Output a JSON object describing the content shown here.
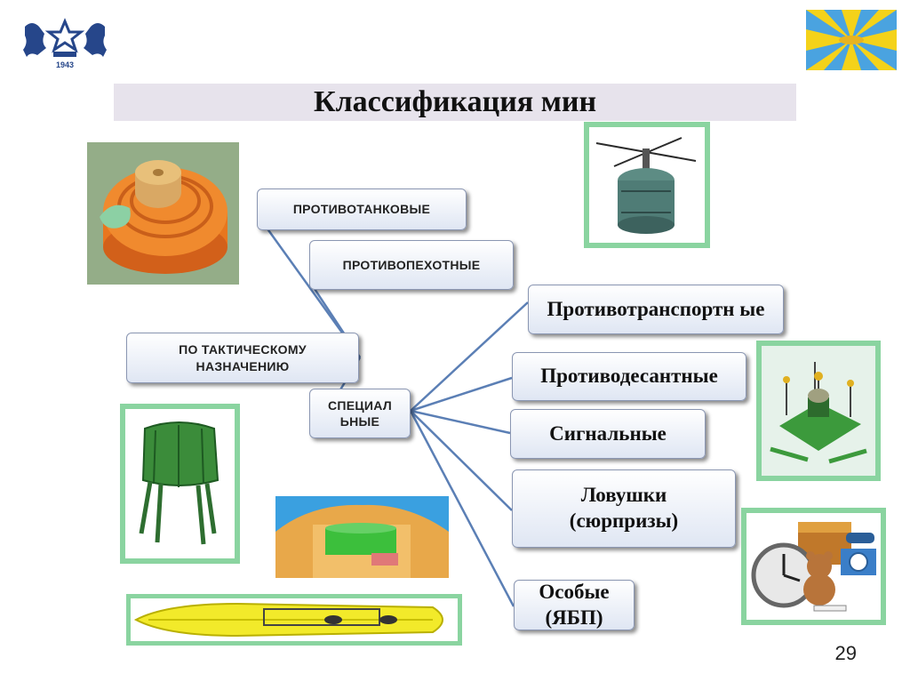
{
  "title": "Классификация мин",
  "page_number": "29",
  "logo": {
    "year": "1943"
  },
  "root_node": "ПО ТАКТИЧЕСКОМУ НАЗНАЧЕНИЮ",
  "branches": [
    {
      "label": "ПРОТИВОТАНКОВЫЕ"
    },
    {
      "label": "ПРОТИВОПЕХОТНЫЕ"
    },
    {
      "label": "СПЕЦИАЛ ЬНЫЕ"
    }
  ],
  "special_children": [
    {
      "label": "Противотранспортн ые"
    },
    {
      "label": "Противодесантные"
    },
    {
      "label": "Сигнальные"
    },
    {
      "label": "Ловушки (сюрпризы)"
    },
    {
      "label": "Особые (ЯБП)"
    }
  ],
  "colors": {
    "title_bar": "#e7e3ec",
    "connector": "#5b7fb5",
    "node_border": "#8a96b2"
  }
}
